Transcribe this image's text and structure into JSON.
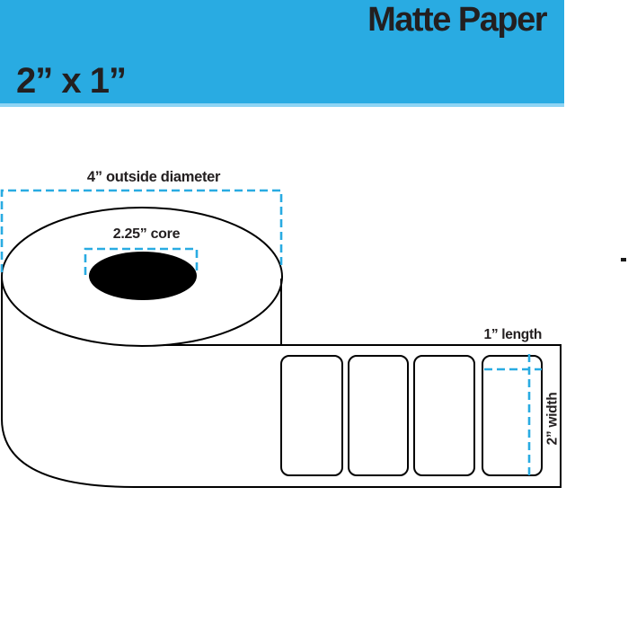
{
  "banner": {
    "material": "Matte Paper",
    "size": "2” x 1”",
    "background_color": "#29ABE2",
    "bottom_edge_color": "#8ED4F4",
    "text_color": "#231F20"
  },
  "diagram": {
    "dimensions": {
      "outside_diameter": "4” outside diameter",
      "core": "2.25” core",
      "label_length": "1” length",
      "label_width": "2” width"
    },
    "visible_label_count": 4,
    "colors": {
      "dashed_guide": "#29ABE2",
      "outline": "#000000",
      "core_fill": "#000000",
      "roll_fill": "#FFFFFF",
      "text": "#231F20"
    }
  }
}
